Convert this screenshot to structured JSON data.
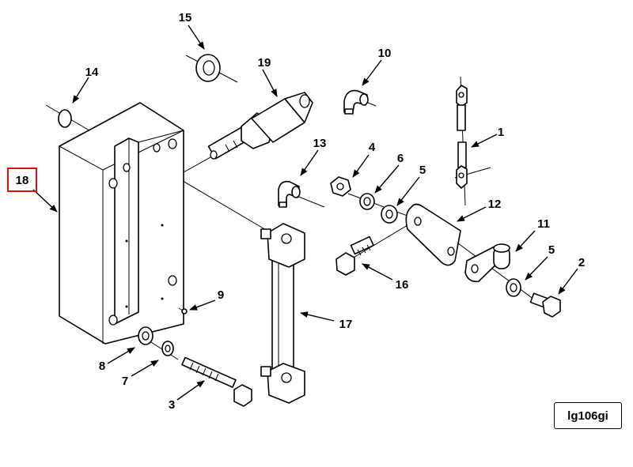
{
  "diagram": {
    "reference_code": "lg106gi",
    "highlight_color": "#e01010",
    "callouts": [
      {
        "id": "c18",
        "label": "18",
        "highlighted": true
      },
      {
        "id": "c15",
        "label": "15"
      },
      {
        "id": "c14",
        "label": "14"
      },
      {
        "id": "c19",
        "label": "19"
      },
      {
        "id": "c10",
        "label": "10"
      },
      {
        "id": "c1",
        "label": "1"
      },
      {
        "id": "c13",
        "label": "13"
      },
      {
        "id": "c4",
        "label": "4"
      },
      {
        "id": "c6",
        "label": "6"
      },
      {
        "id": "c5a",
        "label": "5"
      },
      {
        "id": "c12",
        "label": "12"
      },
      {
        "id": "c11",
        "label": "11"
      },
      {
        "id": "c5b",
        "label": "5"
      },
      {
        "id": "c2",
        "label": "2"
      },
      {
        "id": "c16",
        "label": "16"
      },
      {
        "id": "c17",
        "label": "17"
      },
      {
        "id": "c9",
        "label": "9"
      },
      {
        "id": "c8",
        "label": "8"
      },
      {
        "id": "c7",
        "label": "7"
      },
      {
        "id": "c3",
        "label": "3"
      }
    ]
  }
}
